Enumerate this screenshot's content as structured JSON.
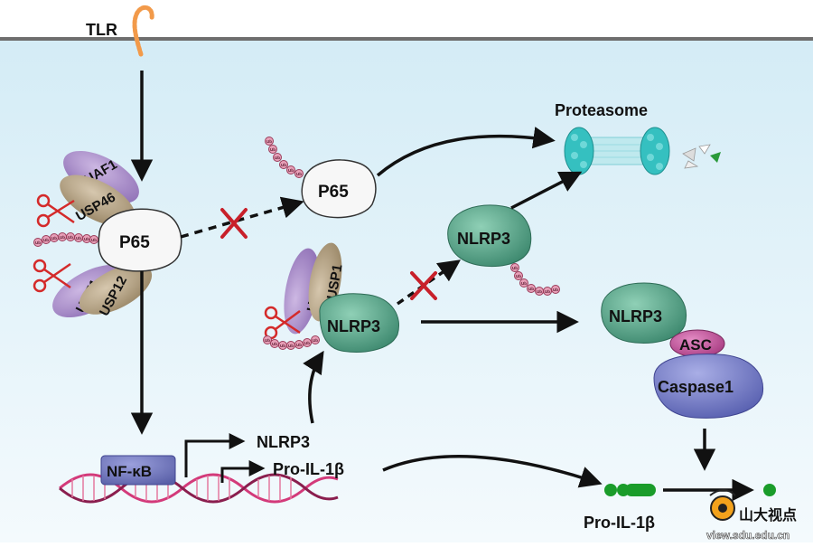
{
  "labels": {
    "tlr": "TLR",
    "proteasome": "Proteasome",
    "uaf1_top": "UAF1",
    "usp46": "USP46",
    "uaf1_bottom": "UAF1",
    "usp12": "USP12",
    "p65_main": "P65",
    "p65_free": "P65",
    "nlrp3_complex": "NLRP3",
    "usp1": "USP1",
    "uaf1_nlrp3": "UAF1",
    "nlrp3_ubiquitinated": "NLRP3",
    "nlrp3_inflammasome": "NLRP3",
    "asc": "ASC",
    "caspase1": "Caspase1",
    "nfkb": "NF-κB",
    "nlrp3_gene": "NLRP3",
    "pro_il1b_gene": "Pro-IL-1β",
    "pro_il1b_protein": "Pro-IL-1β",
    "ub": "Ub"
  },
  "watermark": {
    "logo_text": "山大视点",
    "url": "view.sdu.edu.cn"
  },
  "colors": {
    "background_top": "#ffffff",
    "cytoplasm": "#dff0f7",
    "membrane": "#6e6e6e",
    "uaf1": "#a88cc8",
    "usp": "#b7a48a",
    "p65": "#f7f7f7",
    "nlrp3": "#4f9d82",
    "asc": "#c44f9a",
    "caspase1": "#6a72c0",
    "ubiquitin": "#e8a0b8",
    "scissors": "#d42a2a",
    "block_x": "#c8202a",
    "proteasome": "#35c0c0",
    "pro_il1b": "#1a9c2a",
    "dna": "#d33a7a",
    "tlr_receptor": "#f29a4a"
  }
}
